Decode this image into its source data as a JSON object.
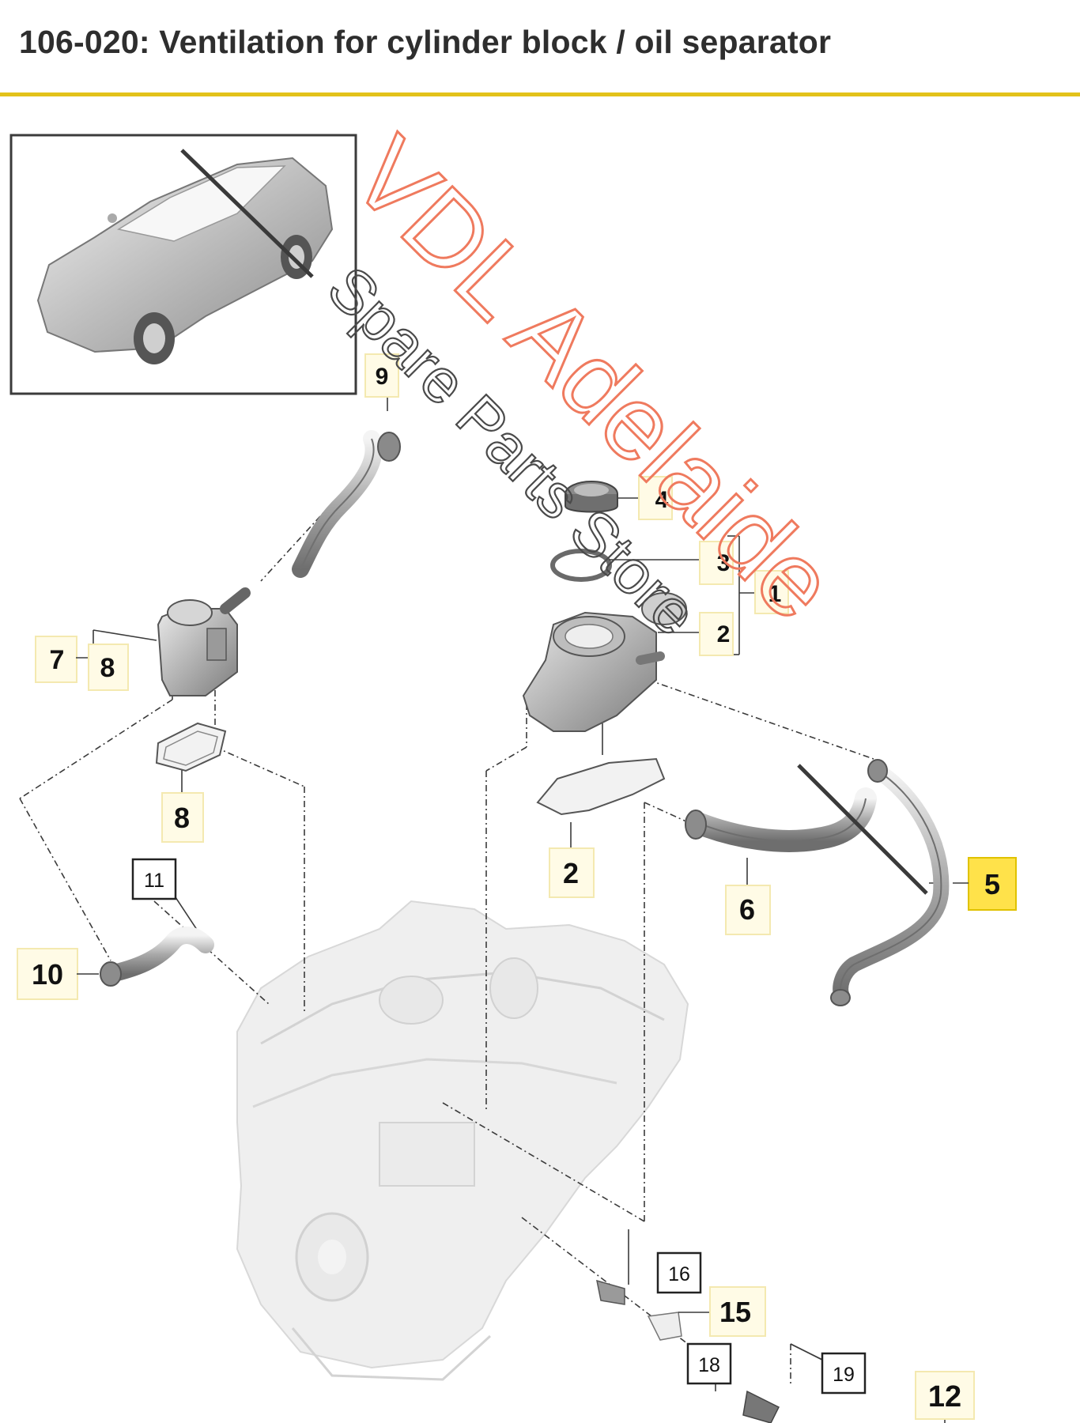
{
  "header": {
    "title": "106-020: Ventilation for cylinder block / oil separator"
  },
  "colors": {
    "accent": "#e3c21a",
    "highlight_fill": "#ffe24a",
    "watermark_primary": "#ef7a5e",
    "watermark_secondary": "#4a4a4a"
  },
  "watermark": {
    "line1": "VDL Adelaide",
    "line2": "Spare Parts Store"
  },
  "callouts": [
    {
      "label": "9"
    },
    {
      "label": "4"
    },
    {
      "label": "3"
    },
    {
      "label": "1"
    },
    {
      "label": "2"
    },
    {
      "label": "7"
    },
    {
      "label": "8"
    },
    {
      "label": "8"
    },
    {
      "label": "2"
    },
    {
      "label": "6"
    },
    {
      "label": "5"
    },
    {
      "label": "11"
    },
    {
      "label": "10"
    },
    {
      "label": "16"
    },
    {
      "label": "15"
    },
    {
      "label": "18"
    },
    {
      "label": "19"
    },
    {
      "label": "12"
    }
  ]
}
